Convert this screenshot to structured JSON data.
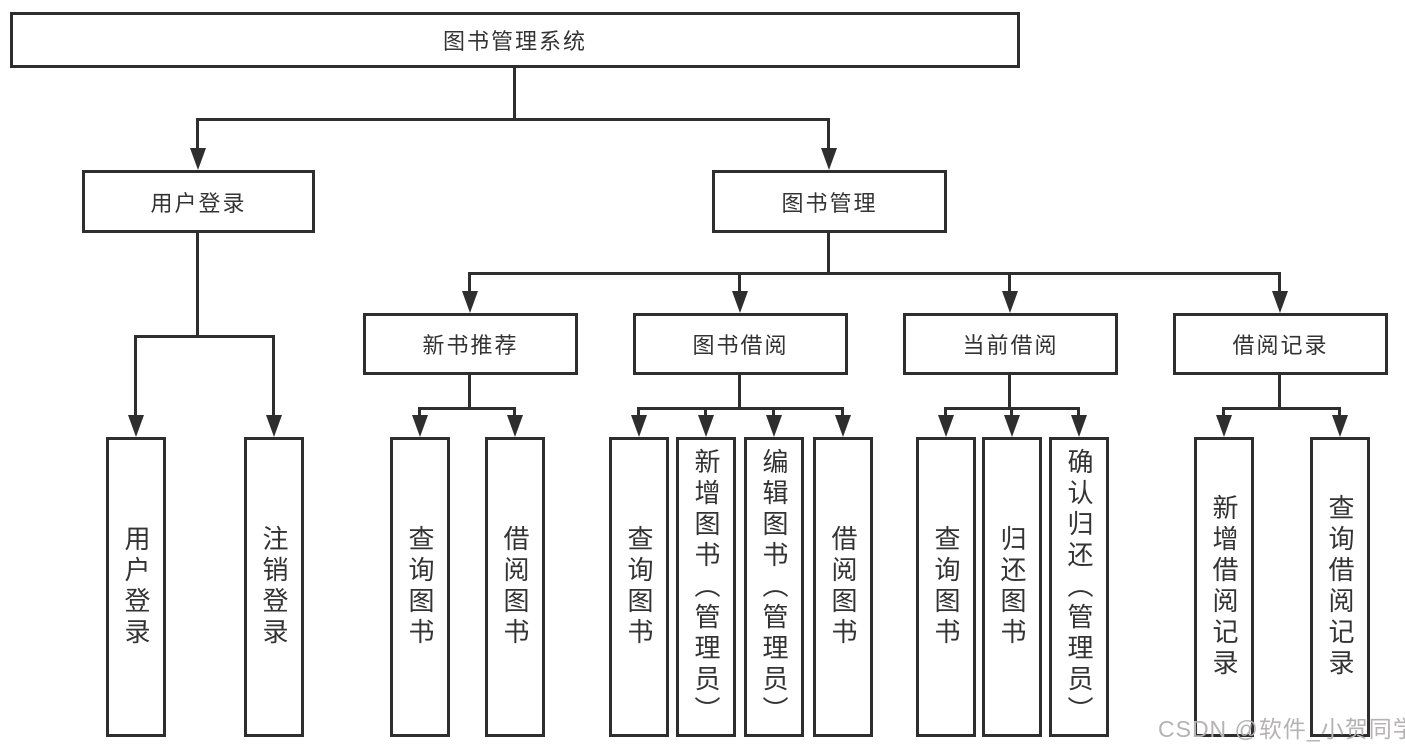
{
  "diagram": {
    "root": {
      "label": "图书管理系统"
    },
    "branches": [
      {
        "id": "user-login",
        "label": "用户登录",
        "children": [
          {
            "label": "用户登录"
          },
          {
            "label": "注销登录"
          }
        ]
      },
      {
        "id": "book-management",
        "label": "图书管理",
        "children": [
          {
            "id": "new-book-recommend",
            "label": "新书推荐",
            "children": [
              {
                "label": "查询图书"
              },
              {
                "label": "借阅图书"
              }
            ]
          },
          {
            "id": "book-borrow",
            "label": "图书借阅",
            "children": [
              {
                "label": "查询图书"
              },
              {
                "label": "新增图书（管理员）"
              },
              {
                "label": "编辑图书（管理员）"
              },
              {
                "label": "借阅图书"
              }
            ]
          },
          {
            "id": "current-borrow",
            "label": "当前借阅",
            "children": [
              {
                "label": "查询图书"
              },
              {
                "label": "归还图书"
              },
              {
                "label": "确认归还（管理员）"
              }
            ]
          },
          {
            "id": "borrow-records",
            "label": "借阅记录",
            "children": [
              {
                "label": "新增借阅记录"
              },
              {
                "label": "查询借阅记录"
              }
            ]
          }
        ]
      }
    ]
  },
  "watermark": {
    "text": "CSDN @软件_小贺同学"
  },
  "colors": {
    "line": "#2e2e2e",
    "text": "#333333",
    "watermark": "#b5b2b2",
    "background": "#ffffff"
  }
}
